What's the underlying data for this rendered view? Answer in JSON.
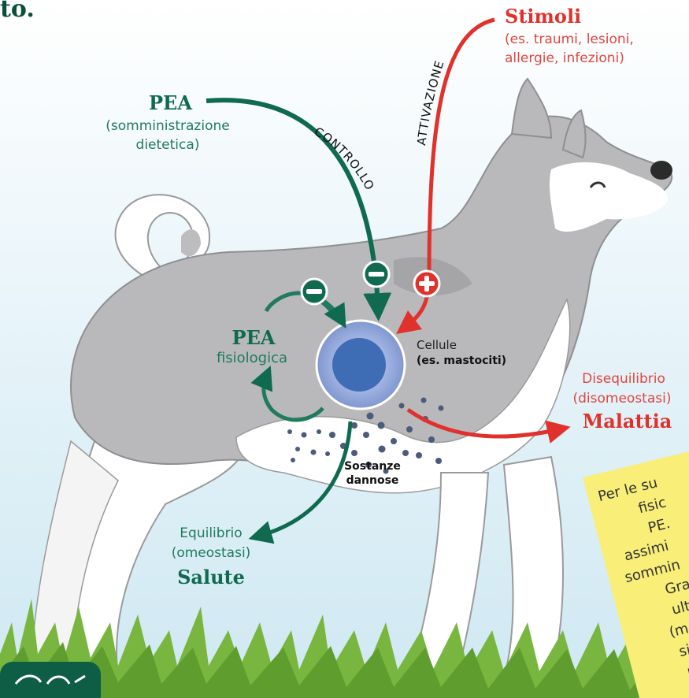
{
  "top_fragment": "to.",
  "stimuli": {
    "title": "Stimoli",
    "line1": "(es. traumi, lesioni,",
    "line2": "allergie, infezioni)"
  },
  "pea_dietary": {
    "title": "PEA",
    "line1": "(somministrazione",
    "line2": "dietetica)"
  },
  "arrow_labels": {
    "control": "CONTROLLO",
    "activation": "ATTIVAZIONE"
  },
  "pea_physiological": {
    "title": "PEA",
    "subtitle": "fisiologica"
  },
  "cells": {
    "line1": "Cellule",
    "line2": "(es. mastociti)"
  },
  "harmful": {
    "line1": "Sostanze",
    "line2": "dannose"
  },
  "disease": {
    "line1": "Disequilibrio",
    "line2": "(disomeostasi)",
    "title": "Malattia"
  },
  "health": {
    "line1": "Equilibrio",
    "line2": "(omeostasi)",
    "title": "Salute"
  },
  "note": {
    "lines": [
      "Per le su",
      "fisic",
      "PE.",
      "assimi",
      "sommin",
      "Gra",
      "ultr",
      "(mac",
      "sian",
      "una"
    ]
  },
  "colors": {
    "green": "#0f6a4f",
    "red": "#e0312c",
    "cell_outer": "#8ea3d6",
    "cell_inner": "#3f6db5",
    "dog_gray": "#b9b9bb",
    "sky": "#dbeef6",
    "grass": "#6fae3a"
  },
  "icons": {
    "minus": "minus-circle-icon",
    "plus": "plus-circle-icon"
  }
}
